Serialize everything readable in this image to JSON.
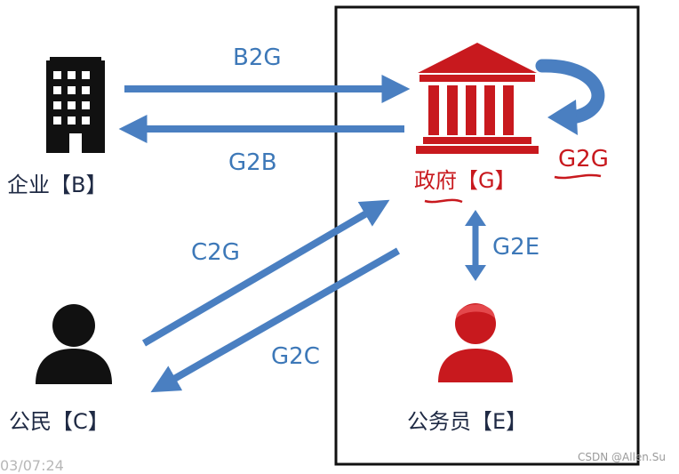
{
  "entities": {
    "business": {
      "label": "企业【B】",
      "icon": "office-building-icon"
    },
    "government": {
      "label": "政府【G】",
      "icon": "government-building-icon"
    },
    "citizen": {
      "label": "公民【C】",
      "icon": "person-icon"
    },
    "civil_servant": {
      "label": "公务员【E】",
      "icon": "civil-servant-icon"
    }
  },
  "flows": {
    "b2g": "B2G",
    "g2b": "G2B",
    "c2g": "C2G",
    "g2c": "G2C",
    "g2e": "G2E",
    "g2g": "G2G"
  },
  "footer": {
    "timestamp": "03/07:24",
    "watermark": "CSDN @Allen.Su"
  },
  "colors": {
    "arrow": "#4a7fc1",
    "government": "#c8191e",
    "dark": "#111111",
    "frame": "#111111"
  }
}
